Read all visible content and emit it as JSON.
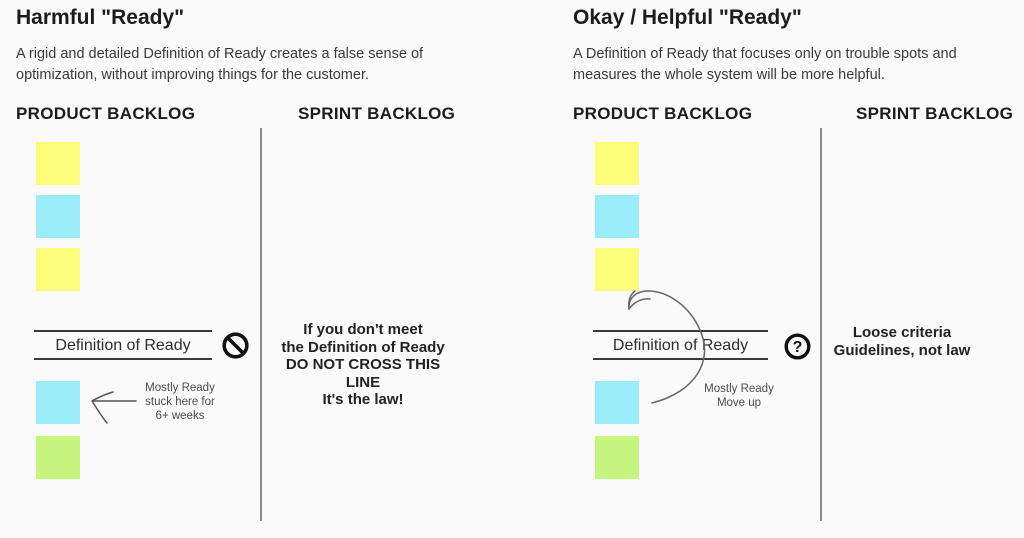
{
  "colors": {
    "background": "#fafafa",
    "divider": "#8c8c8c",
    "line": "#3a3a3a",
    "note_yellow": "#fafc7a",
    "note_cyan": "#9aecf9",
    "note_green": "#c5f57e"
  },
  "left_panel": {
    "title": "Harmful \"Ready\"",
    "subtitle_line1": "A rigid and detailed Definition of Ready creates a false sense of",
    "subtitle_line2": "optimization, without improving things for the customer.",
    "product_backlog_header": "PRODUCT BACKLOG",
    "sprint_backlog_header": "SPRINT BACKLOG",
    "product_notes": [
      "yellow",
      "cyan",
      "yellow"
    ],
    "dor_label": "Definition of Ready",
    "dor_icon": "no-entry",
    "stuck_note_color": "cyan",
    "bottom_note_color": "green",
    "stuck_annotation_line1": "Mostly Ready",
    "stuck_annotation_line2": "stuck here for",
    "stuck_annotation_line3": "6+ weeks",
    "sprint_message_line1": "If you don't meet",
    "sprint_message_line2": "the Definition of Ready",
    "sprint_message_line3": "DO NOT CROSS THIS LINE",
    "sprint_message_line4": "It's the law!"
  },
  "right_panel": {
    "title": "Okay / Helpful \"Ready\"",
    "subtitle_line1": "A Definition of Ready that focuses only on trouble spots and",
    "subtitle_line2": "measures the whole system will be more helpful.",
    "product_backlog_header": "PRODUCT BACKLOG",
    "sprint_backlog_header": "SPRINT BACKLOG",
    "product_notes": [
      "yellow",
      "cyan",
      "yellow"
    ],
    "dor_label": "Definition of Ready",
    "dor_icon": "question-mark",
    "stuck_note_color": "cyan",
    "bottom_note_color": "green",
    "move_annotation_line1": "Mostly Ready",
    "move_annotation_line2": "Move up",
    "sprint_message_line1": "Loose criteria",
    "sprint_message_line2": "Guidelines, not law"
  }
}
